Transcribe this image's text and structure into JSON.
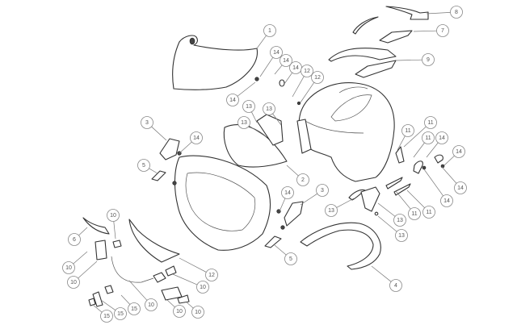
{
  "diagram": {
    "title": "Helmet exploded parts diagram",
    "callouts": [
      "8",
      "7",
      "9",
      "1",
      "14",
      "14",
      "14",
      "12",
      "12",
      "14",
      "13",
      "13",
      "13",
      "3",
      "14",
      "5",
      "2",
      "14",
      "3",
      "13",
      "13",
      "13",
      "11",
      "11",
      "11",
      "14",
      "14",
      "11",
      "11",
      "14",
      "14",
      "4",
      "5",
      "6",
      "10",
      "10",
      "10",
      "10",
      "12",
      "10",
      "10",
      "10",
      "15",
      "15",
      "15"
    ]
  }
}
